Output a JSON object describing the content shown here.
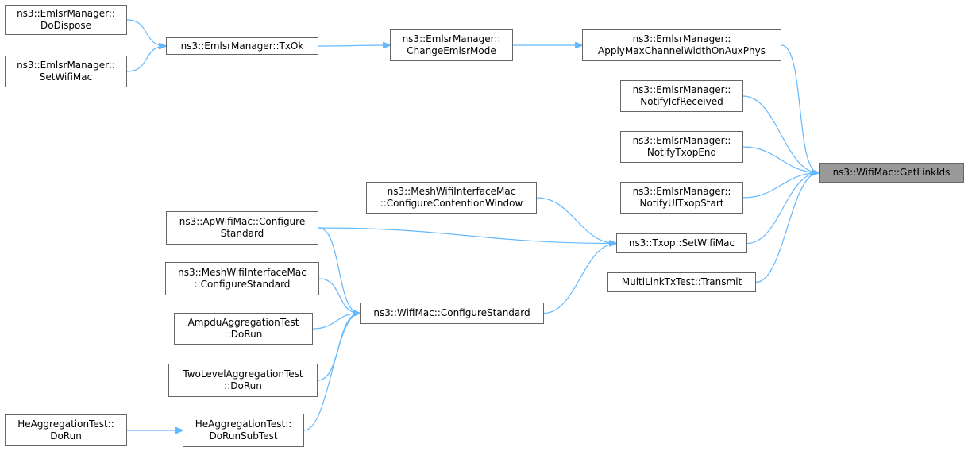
{
  "graph": {
    "edge_color": "#63b8ff",
    "focus_fill": "#999999",
    "node_border": "#666666",
    "nodes": [
      {
        "id": "emlsr_dodispose",
        "lines": [
          "ns3::EmlsrManager::",
          "DoDispose"
        ]
      },
      {
        "id": "emlsr_setwifimac",
        "lines": [
          "ns3::EmlsrManager::",
          "SetWifiMac"
        ]
      },
      {
        "id": "emlsr_txok",
        "lines": [
          "ns3::EmlsrManager::TxOk"
        ]
      },
      {
        "id": "emlsr_changemode",
        "lines": [
          "ns3::EmlsrManager::",
          "ChangeEmlsrMode"
        ]
      },
      {
        "id": "emlsr_applymax",
        "lines": [
          "ns3::EmlsrManager::",
          "ApplyMaxChannelWidthOnAuxPhys"
        ]
      },
      {
        "id": "emlsr_notifyicf",
        "lines": [
          "ns3::EmlsrManager::",
          "NotifyIcfReceived"
        ]
      },
      {
        "id": "emlsr_notifytxopend",
        "lines": [
          "ns3::EmlsrManager::",
          "NotifyTxopEnd"
        ]
      },
      {
        "id": "emlsr_notifyultxop",
        "lines": [
          "ns3::EmlsrManager::",
          "NotifyUlTxopStart"
        ]
      },
      {
        "id": "wifimac_getlinkids",
        "lines": [
          "ns3::WifiMac::GetLinkIds"
        ],
        "focus": true
      },
      {
        "id": "mesh_contention",
        "lines": [
          "ns3::MeshWifiInterfaceMac",
          "::ConfigureContentionWindow"
        ]
      },
      {
        "id": "txop_setwifimac",
        "lines": [
          "ns3::Txop::SetWifiMac"
        ]
      },
      {
        "id": "apwifimac_configure",
        "lines": [
          "ns3::ApWifiMac::Configure",
          "Standard"
        ]
      },
      {
        "id": "multilink_transmit",
        "lines": [
          "MultiLinkTxTest::Transmit"
        ]
      },
      {
        "id": "mesh_configurestd",
        "lines": [
          "ns3::MeshWifiInterfaceMac",
          "::ConfigureStandard"
        ]
      },
      {
        "id": "wifimac_configurestd",
        "lines": [
          "ns3::WifiMac::ConfigureStandard"
        ]
      },
      {
        "id": "ampdu_dorun",
        "lines": [
          "AmpduAggregationTest",
          "::DoRun"
        ]
      },
      {
        "id": "twolevel_dorun",
        "lines": [
          "TwoLevelAggregationTest",
          "::DoRun"
        ]
      },
      {
        "id": "heagg_dorun",
        "lines": [
          "HeAggregationTest::",
          "DoRun"
        ]
      },
      {
        "id": "heagg_dorunsubtest",
        "lines": [
          "HeAggregationTest::",
          "DoRunSubTest"
        ]
      }
    ],
    "edges": [
      {
        "from": "emlsr_dodispose",
        "to": "emlsr_txok"
      },
      {
        "from": "emlsr_setwifimac",
        "to": "emlsr_txok"
      },
      {
        "from": "emlsr_txok",
        "to": "emlsr_changemode"
      },
      {
        "from": "emlsr_changemode",
        "to": "emlsr_applymax"
      },
      {
        "from": "emlsr_applymax",
        "to": "wifimac_getlinkids"
      },
      {
        "from": "emlsr_notifyicf",
        "to": "wifimac_getlinkids"
      },
      {
        "from": "emlsr_notifytxopend",
        "to": "wifimac_getlinkids"
      },
      {
        "from": "emlsr_notifyultxop",
        "to": "wifimac_getlinkids"
      },
      {
        "from": "txop_setwifimac",
        "to": "wifimac_getlinkids"
      },
      {
        "from": "multilink_transmit",
        "to": "wifimac_getlinkids"
      },
      {
        "from": "mesh_contention",
        "to": "txop_setwifimac"
      },
      {
        "from": "apwifimac_configure",
        "to": "txop_setwifimac"
      },
      {
        "from": "wifimac_configurestd",
        "to": "txop_setwifimac"
      },
      {
        "from": "apwifimac_configure",
        "to": "wifimac_configurestd"
      },
      {
        "from": "mesh_configurestd",
        "to": "wifimac_configurestd"
      },
      {
        "from": "ampdu_dorun",
        "to": "wifimac_configurestd"
      },
      {
        "from": "twolevel_dorun",
        "to": "wifimac_configurestd"
      },
      {
        "from": "heagg_dorunsubtest",
        "to": "wifimac_configurestd"
      },
      {
        "from": "heagg_dorun",
        "to": "heagg_dorunsubtest"
      }
    ]
  }
}
